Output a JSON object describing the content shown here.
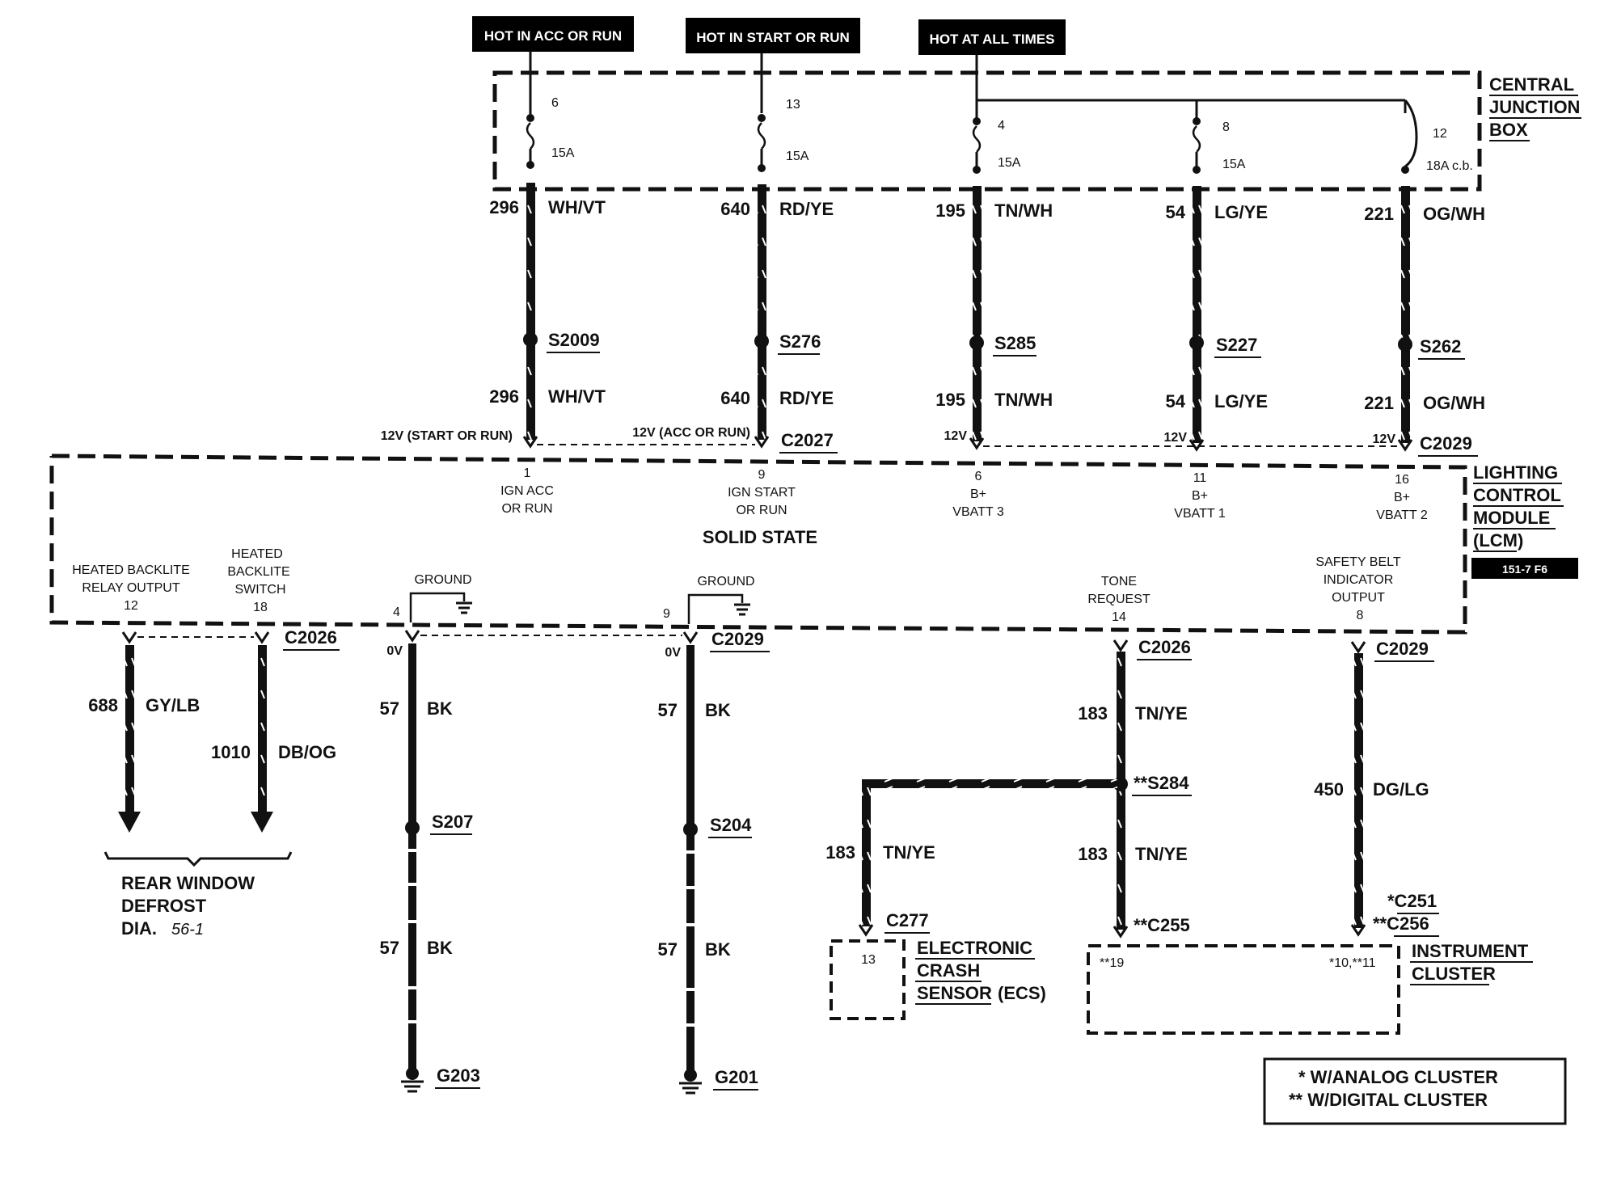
{
  "power_sources": {
    "acc_run": "HOT IN ACC OR RUN",
    "start_run": "HOT IN START OR RUN",
    "all_times": "HOT AT ALL TIMES"
  },
  "cjb": {
    "title_1": "CENTRAL",
    "title_2": "JUNCTION",
    "title_3": "BOX",
    "fuses": [
      {
        "num": "6",
        "rating": "15A"
      },
      {
        "num": "13",
        "rating": "15A"
      },
      {
        "num": "4",
        "rating": "15A"
      },
      {
        "num": "8",
        "rating": "15A"
      },
      {
        "num": "12",
        "rating": "18A c.b."
      }
    ]
  },
  "circuits_top": [
    {
      "num": "296",
      "color": "WH/VT",
      "splice": "S2009"
    },
    {
      "num": "640",
      "color": "RD/YE",
      "splice": "S276"
    },
    {
      "num": "195",
      "color": "TN/WH",
      "splice": "S285"
    },
    {
      "num": "54",
      "color": "LG/YE",
      "splice": "S227"
    },
    {
      "num": "221",
      "color": "OG/WH",
      "splice": "S262"
    }
  ],
  "voltages": {
    "v1": "12V (START OR RUN)",
    "v2": "12V (ACC OR RUN)",
    "v3": "12V",
    "v4": "12V",
    "v5": "12V",
    "zero1": "0V",
    "zero2": "0V"
  },
  "connectors": {
    "c2027": "C2027",
    "c2029_top": "C2029",
    "c2026_left": "C2026",
    "c2029_gnd": "C2029",
    "c2026_right": "C2026",
    "c2029_right": "C2029",
    "c277": "C277",
    "c255": "**C255",
    "c251": "*C251",
    "c256": "**C256"
  },
  "lcm": {
    "title_1": "LIGHTING",
    "title_2": "CONTROL",
    "title_3": "MODULE",
    "title_4": "(LCM)",
    "ref": "151-7 F6",
    "solid_state": "SOLID STATE",
    "pins_top": [
      {
        "pin": "1",
        "l1": "IGN ACC",
        "l2": "OR RUN"
      },
      {
        "pin": "9",
        "l1": "IGN START",
        "l2": "OR RUN"
      },
      {
        "pin": "6",
        "l1": "B+",
        "l2": "VBATT 3"
      },
      {
        "pin": "11",
        "l1": "B+",
        "l2": "VBATT 1"
      },
      {
        "pin": "16",
        "l1": "B+",
        "l2": "VBATT 2"
      }
    ],
    "hb_relay_1": "HEATED BACKLITE",
    "hb_relay_2": "RELAY OUTPUT",
    "hb_relay_pin": "12",
    "hb_switch_1": "HEATED",
    "hb_switch_2": "BACKLITE",
    "hb_switch_3": "SWITCH",
    "hb_switch_pin": "18",
    "ground_1": "GROUND",
    "ground_1_pin": "4",
    "ground_2": "GROUND",
    "ground_2_pin": "9",
    "tone_1": "TONE",
    "tone_2": "REQUEST",
    "tone_pin": "14",
    "sb_1": "SAFETY BELT",
    "sb_2": "INDICATOR",
    "sb_3": "OUTPUT",
    "sb_pin": "8"
  },
  "bottom_circuits": {
    "c688": "688",
    "c688_color": "GY/LB",
    "c1010": "1010",
    "c1010_color": "DB/OG",
    "g1_num_a": "57",
    "g1_color_a": "BK",
    "g1_num_b": "57",
    "g1_color_b": "BK",
    "g2_num_a": "57",
    "g2_color_a": "BK",
    "g2_num_b": "57",
    "g2_color_b": "BK",
    "t183_a": "183",
    "t183_a_color": "TN/YE",
    "t183_b": "183",
    "t183_b_color": "TN/YE",
    "t183_c": "183",
    "t183_c_color": "TN/YE",
    "c450": "450",
    "c450_color": "DG/LG"
  },
  "splices_bottom": {
    "s207": "S207",
    "s204": "S204",
    "s284": "**S284"
  },
  "grounds": {
    "g203": "G203",
    "g201": "G201"
  },
  "rwd": {
    "l1": "REAR WINDOW",
    "l2": "DEFROST",
    "l3": "DIA.",
    "l3_num": "56-1"
  },
  "ecs": {
    "pin": "13",
    "l1": "ELECTRONIC",
    "l2": "CRASH",
    "l3": "SENSOR",
    "l3b": "(ECS)"
  },
  "ic": {
    "pin_left": "**19",
    "pin_right": "*10,**11",
    "l1": "INSTRUMENT",
    "l2": "CLUSTER"
  },
  "legend": {
    "l1": "* W/ANALOG CLUSTER",
    "l2": "** W/DIGITAL CLUSTER"
  }
}
